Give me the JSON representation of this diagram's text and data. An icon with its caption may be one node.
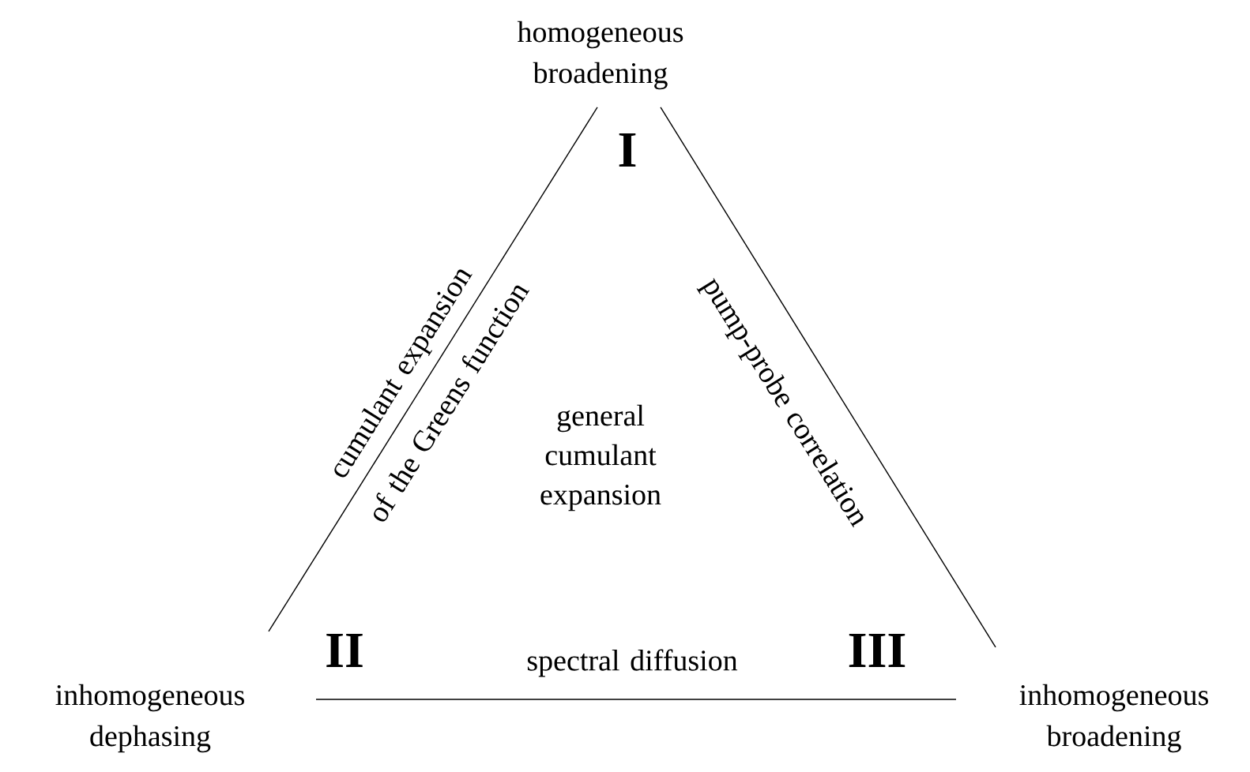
{
  "diagram": {
    "nodes": [
      {
        "text": [
          "homogeneous broadening",
          "I"
        ]
      },
      {
        "text": [
          "inhomogeneous dephasing",
          "II"
        ]
      },
      {
        "text": [
          "inhomogeneous broadening",
          "III"
        ]
      }
    ],
    "edges": [
      {
        "from": 0,
        "to": 1,
        "arrow": "none",
        "label": "cumulant expansion of the Greens function"
      },
      {
        "from": 0,
        "to": 2,
        "arrow": "none",
        "label": "pump-probe correlation"
      },
      {
        "from": 1,
        "to": 2,
        "arrow": "none",
        "label": "spectral diffusion"
      }
    ],
    "labels": [
      "general cumulant expansion"
    ]
  }
}
